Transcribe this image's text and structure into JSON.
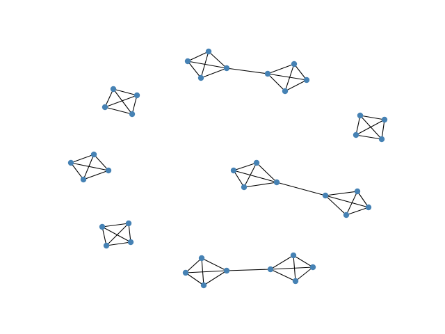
{
  "diagram": {
    "type": "network-graph",
    "node_color": "#4682b4",
    "edge_color": "#000000",
    "components": [
      {
        "id": "c1",
        "nodes": [
          "a1",
          "a2",
          "a3",
          "a4",
          "b1",
          "b2",
          "b3",
          "b4"
        ]
      },
      {
        "id": "c2",
        "nodes": [
          "c1",
          "c2",
          "c3",
          "c4",
          "d1",
          "d2",
          "d3",
          "d4"
        ]
      },
      {
        "id": "c3",
        "nodes": [
          "e1",
          "e2",
          "e3",
          "e4",
          "f1",
          "f2",
          "f3",
          "f4"
        ]
      },
      {
        "id": "c4",
        "nodes": [
          "g1",
          "g2",
          "g3",
          "g4"
        ]
      },
      {
        "id": "c5",
        "nodes": [
          "h1",
          "h2",
          "h3",
          "h4"
        ]
      },
      {
        "id": "c6",
        "nodes": [
          "i1",
          "i2",
          "i3",
          "i4"
        ]
      },
      {
        "id": "c7",
        "nodes": [
          "j1",
          "j2",
          "j3",
          "j4"
        ]
      }
    ],
    "edges": [
      [
        "a1",
        "a2"
      ],
      [
        "a1",
        "a3"
      ],
      [
        "a1",
        "a4"
      ],
      [
        "a2",
        "a3"
      ],
      [
        "a2",
        "a4"
      ],
      [
        "a3",
        "a4"
      ],
      [
        "b1",
        "b2"
      ],
      [
        "b1",
        "b3"
      ],
      [
        "b1",
        "b4"
      ],
      [
        "b2",
        "b3"
      ],
      [
        "b2",
        "b4"
      ],
      [
        "b3",
        "b4"
      ],
      [
        "a4",
        "b1"
      ],
      [
        "c1",
        "c2"
      ],
      [
        "c1",
        "c3"
      ],
      [
        "c1",
        "c4"
      ],
      [
        "c2",
        "c3"
      ],
      [
        "c2",
        "c4"
      ],
      [
        "c3",
        "c4"
      ],
      [
        "d1",
        "d2"
      ],
      [
        "d1",
        "d3"
      ],
      [
        "d1",
        "d4"
      ],
      [
        "d2",
        "d3"
      ],
      [
        "d2",
        "d4"
      ],
      [
        "d3",
        "d4"
      ],
      [
        "c4",
        "d1"
      ],
      [
        "e1",
        "e2"
      ],
      [
        "e1",
        "e3"
      ],
      [
        "e1",
        "e4"
      ],
      [
        "e2",
        "e3"
      ],
      [
        "e2",
        "e4"
      ],
      [
        "e3",
        "e4"
      ],
      [
        "f1",
        "f2"
      ],
      [
        "f1",
        "f3"
      ],
      [
        "f1",
        "f4"
      ],
      [
        "f2",
        "f3"
      ],
      [
        "f2",
        "f4"
      ],
      [
        "f3",
        "f4"
      ],
      [
        "e4",
        "f1"
      ],
      [
        "g1",
        "g2"
      ],
      [
        "g1",
        "g3"
      ],
      [
        "g1",
        "g4"
      ],
      [
        "g2",
        "g3"
      ],
      [
        "g2",
        "g4"
      ],
      [
        "g3",
        "g4"
      ],
      [
        "h1",
        "h2"
      ],
      [
        "h1",
        "h3"
      ],
      [
        "h1",
        "h4"
      ],
      [
        "h2",
        "h3"
      ],
      [
        "h2",
        "h4"
      ],
      [
        "h3",
        "h4"
      ],
      [
        "i1",
        "i2"
      ],
      [
        "i1",
        "i3"
      ],
      [
        "i1",
        "i4"
      ],
      [
        "i2",
        "i3"
      ],
      [
        "i2",
        "i4"
      ],
      [
        "i3",
        "i4"
      ],
      [
        "j1",
        "j2"
      ],
      [
        "j1",
        "j3"
      ],
      [
        "j1",
        "j4"
      ],
      [
        "j2",
        "j3"
      ],
      [
        "j2",
        "j4"
      ],
      [
        "j3",
        "j4"
      ]
    ]
  }
}
